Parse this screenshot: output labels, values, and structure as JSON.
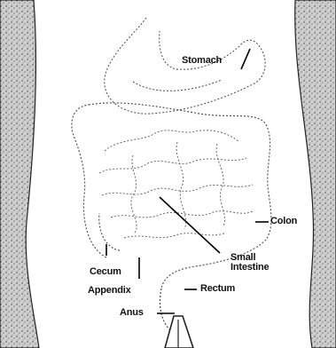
{
  "labels": {
    "stomach": "Stomach",
    "colon": "Colon",
    "small_intestine": "Small\nIntestine",
    "cecum": "Cecum",
    "appendix": "Appendix",
    "rectum": "Rectum",
    "anus": "Anus"
  }
}
